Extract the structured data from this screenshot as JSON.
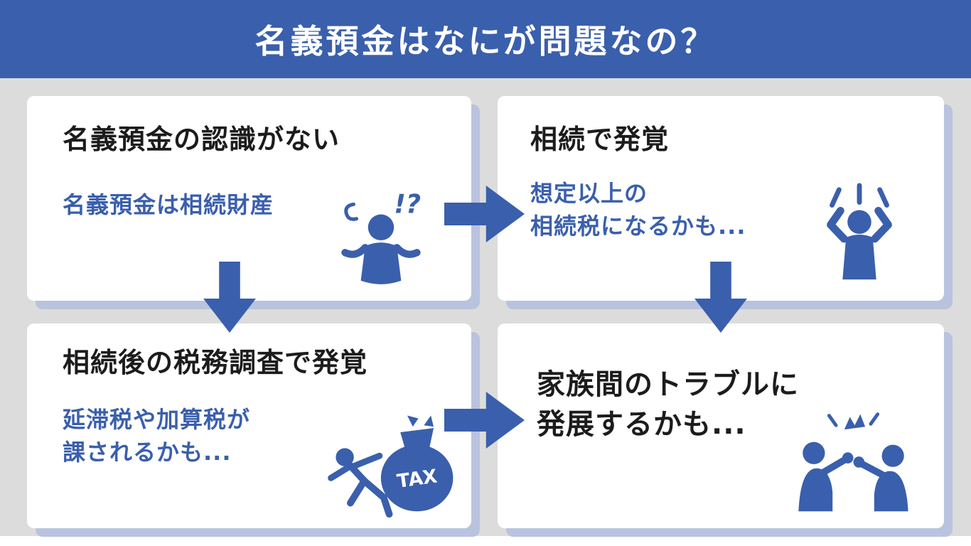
{
  "page": {
    "title": "名義預金はなにが問題なの？"
  },
  "colors": {
    "primary_blue": "#3A5FAC",
    "background_gray": "#DCDCDC",
    "card_background": "#FFFFFF",
    "card_shadow": "#B9C3DE",
    "title_text": "#1C1C1C"
  },
  "cards": [
    {
      "title_lines": [
        "名義預金の認識がない"
      ],
      "note_lines": [
        "名義預金は相続財産"
      ],
      "icon": "confused-shrug-person-icon"
    },
    {
      "title_lines": [
        "相続で発覚"
      ],
      "note_lines": [
        "想定以上の",
        "相続税になるかも..."
      ],
      "icon": "shocked-person-icon"
    },
    {
      "title_lines": [
        "相続後の税務調査で発覚"
      ],
      "note_lines": [
        "延滞税や加算税が",
        "課されるかも..."
      ],
      "icon": "falling-person-tax-bag-icon"
    },
    {
      "title_lines": [
        "家族間のトラブルに",
        "発展するかも..."
      ],
      "note_lines": [],
      "icon": "arguing-people-icon"
    }
  ],
  "icons": {
    "confused_mark": "!?",
    "tax_label": "TAX"
  }
}
